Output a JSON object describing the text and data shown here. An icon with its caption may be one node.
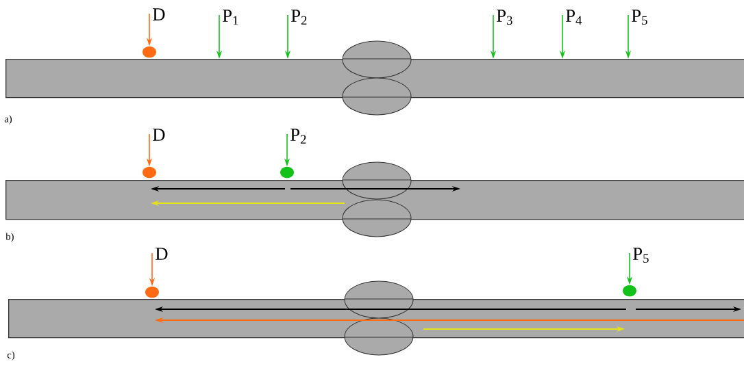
{
  "diagram": {
    "nodes": [
      {
        "text": [],
        "shape": "box"
      },
      {
        "text": [
          "D"
        ]
      },
      {
        "text": [],
        "shape": "circle"
      },
      {
        "text": [
          "P$_{1}$"
        ]
      },
      {
        "text": [
          "P$_{2}$"
        ]
      },
      {
        "text": [
          "P$_{3}$"
        ]
      },
      {
        "text": [
          "P$_{4}$"
        ]
      },
      {
        "text": [
          "P$_{5}$"
        ]
      },
      {
        "text": [],
        "shape": "box"
      },
      {
        "text": [
          "D"
        ]
      },
      {
        "text": [],
        "shape": "circle"
      },
      {
        "text": [
          "P$_{2}$"
        ]
      },
      {
        "text": [],
        "shape": "circle"
      },
      {
        "text": [],
        "shape": "box"
      },
      {
        "text": [
          "D"
        ]
      },
      {
        "text": [],
        "shape": "circle"
      },
      {
        "text": [
          "P$_{5}$"
        ]
      },
      {
        "text": [],
        "shape": "circle"
      }
    ],
    "edges": [
      {
        "from": 1,
        "to": 2,
        "arrow": "to",
        "color": "#ff6a13"
      },
      {
        "from": 3,
        "to": 0,
        "arrow": "to"
      },
      {
        "from": 4,
        "to": 0,
        "arrow": "to"
      },
      {
        "from": 5,
        "to": 0,
        "arrow": "to"
      },
      {
        "from": 6,
        "to": 0,
        "arrow": "to"
      },
      {
        "from": 7,
        "to": 0,
        "arrow": "to"
      },
      {
        "from": 9,
        "to": 10,
        "arrow": "to",
        "color": "#ff6a13"
      },
      {
        "from": 11,
        "to": 12,
        "arrow": "to"
      },
      {
        "from": 14,
        "to": 15,
        "arrow": "to",
        "color": "#ff6a13"
      },
      {
        "from": 16,
        "to": 17,
        "arrow": "to"
      }
    ],
    "labels": [
      "a)",
      "b)",
      "c)"
    ]
  }
}
